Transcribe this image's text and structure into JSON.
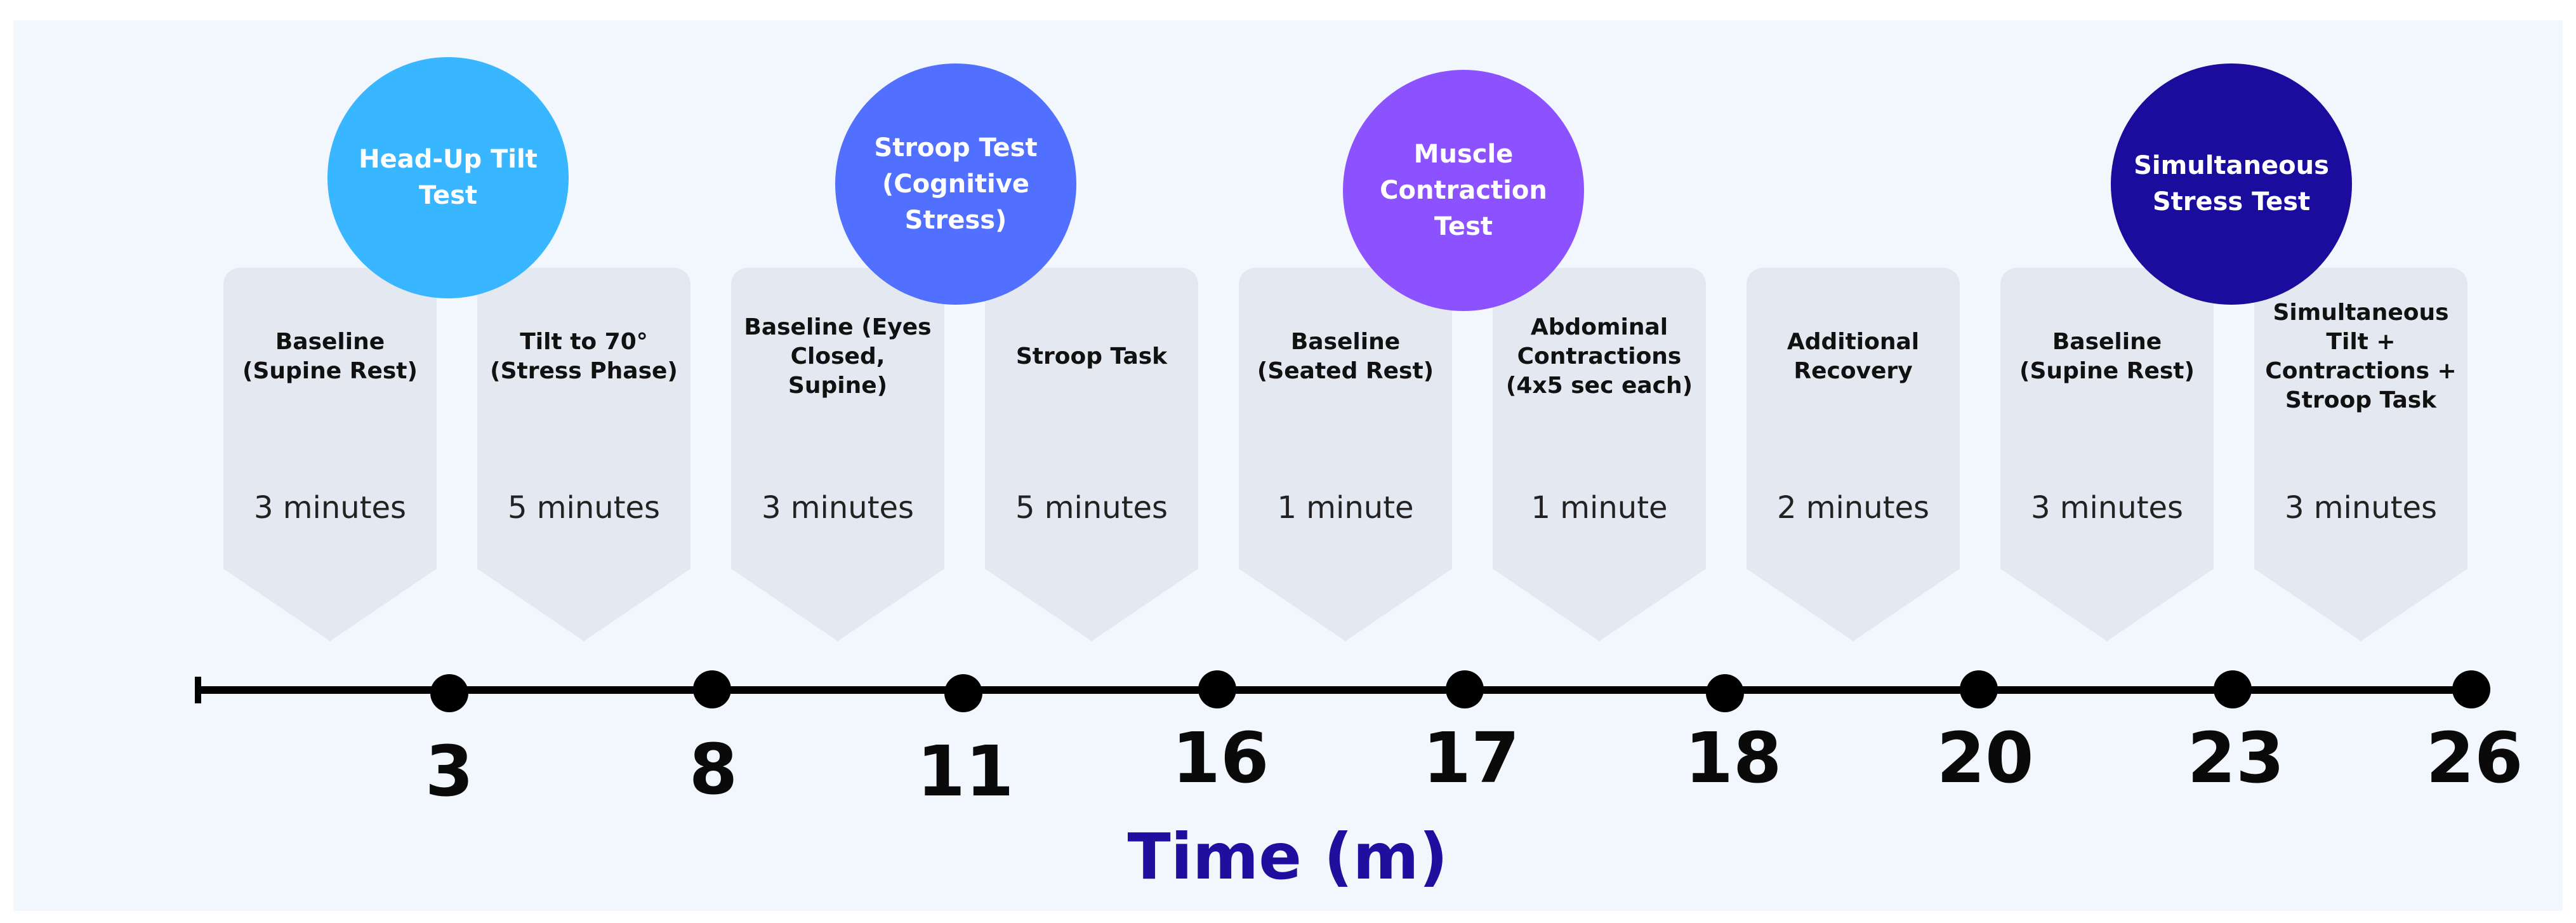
{
  "tests": [
    {
      "name": "Head-Up Tilt Test",
      "color": "#38b6ff"
    },
    {
      "name": "Stroop Test (Cognitive Stress)",
      "color": "#5170ff"
    },
    {
      "name": "Muscle Contraction Test",
      "color": "#8c52ff"
    },
    {
      "name": "Simultaneous Stress Test",
      "color": "#1a0c9c"
    }
  ],
  "phases": [
    {
      "title": "Baseline (Supine Rest)",
      "duration": "3 minutes"
    },
    {
      "title": "Tilt to 70° (Stress Phase)",
      "duration": "5 minutes"
    },
    {
      "title": "Baseline (Eyes Closed, Supine)",
      "duration": "3 minutes"
    },
    {
      "title": "Stroop Task",
      "duration": "5 minutes"
    },
    {
      "title": "Baseline (Seated Rest)",
      "duration": "1 minute"
    },
    {
      "title": "Abdominal Contractions (4x5 sec each)",
      "duration": "1 minute"
    },
    {
      "title": "Additional Recovery",
      "duration": "2 minutes"
    },
    {
      "title": "Baseline (Supine Rest)",
      "duration": "3 minutes"
    },
    {
      "title": "Simultaneous Tilt + Contractions + Stroop Task",
      "duration": "3 minutes"
    }
  ],
  "timeline": {
    "ticks": [
      "3",
      "8",
      "11",
      "16",
      "17",
      "18",
      "20",
      "23",
      "26"
    ],
    "axis_label": "Time (m)"
  }
}
